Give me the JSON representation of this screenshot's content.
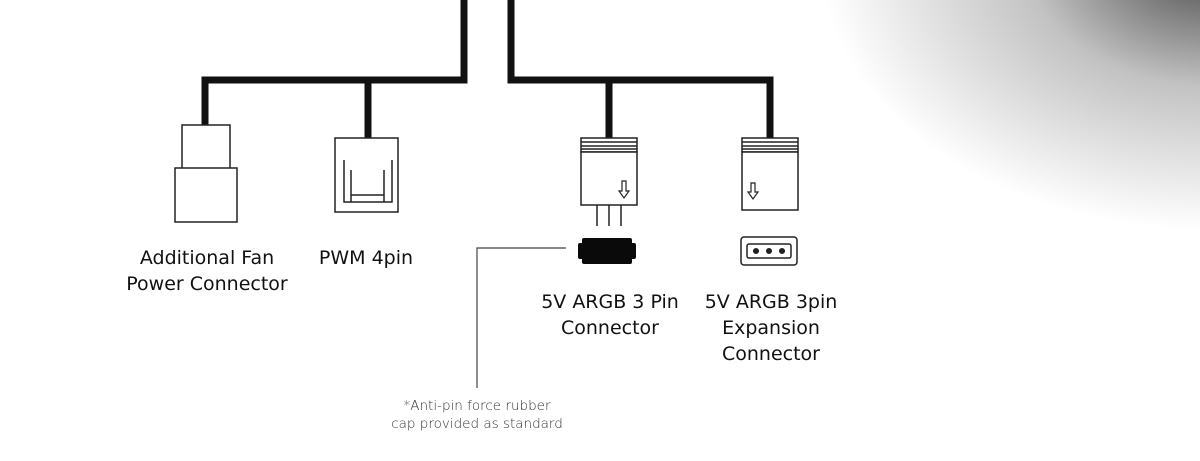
{
  "labels": {
    "fan_power": [
      "Additional Fan",
      "Power Connector"
    ],
    "pwm": "PWM 4pin",
    "argb_3pin": [
      "5V ARGB 3 Pin",
      "Connector"
    ],
    "argb_expansion": [
      "5V ARGB 3pin",
      "Expansion",
      "Connector"
    ]
  },
  "note": [
    "*Anti-pin force rubber",
    "cap provided as standard"
  ],
  "colors": {
    "cable": "#111111",
    "outline": "#222222",
    "text": "#111111"
  }
}
